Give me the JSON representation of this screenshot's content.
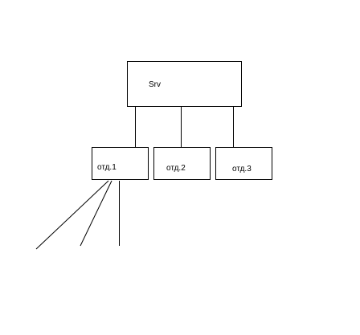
{
  "diagram": {
    "server": {
      "label": "Srv"
    },
    "departments": [
      {
        "label": "отд.1"
      },
      {
        "label": "отд.2"
      },
      {
        "label": "отд.3"
      }
    ]
  },
  "colors": {
    "stroke": "#000000",
    "background": "#ffffff"
  }
}
